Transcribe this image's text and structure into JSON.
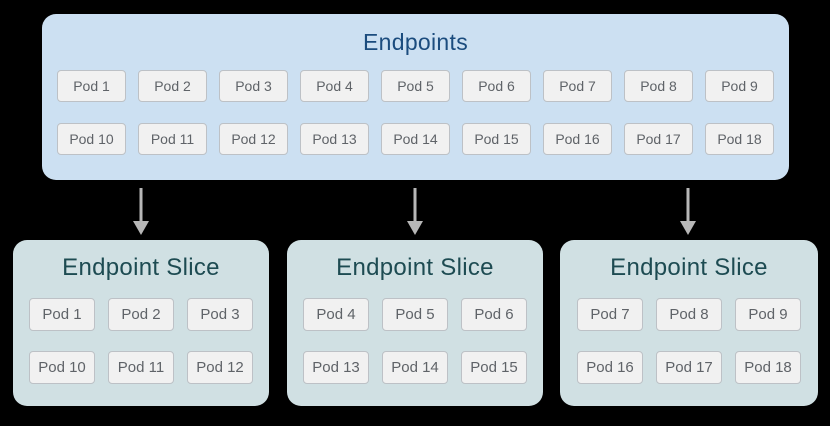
{
  "endpoints": {
    "title": "Endpoints",
    "rows": [
      [
        "Pod 1",
        "Pod 2",
        "Pod 3",
        "Pod 4",
        "Pod 5",
        "Pod 6",
        "Pod 7",
        "Pod 8",
        "Pod 9"
      ],
      [
        "Pod 10",
        "Pod 11",
        "Pod 12",
        "Pod 13",
        "Pod 14",
        "Pod 15",
        "Pod 16",
        "Pod 17",
        "Pod 18"
      ]
    ]
  },
  "slices": [
    {
      "title": "Endpoint Slice",
      "rows": [
        [
          "Pod 1",
          "Pod 2",
          "Pod 3"
        ],
        [
          "Pod 10",
          "Pod 11",
          "Pod 12"
        ]
      ]
    },
    {
      "title": "Endpoint Slice",
      "rows": [
        [
          "Pod 4",
          "Pod 5",
          "Pod 6"
        ],
        [
          "Pod 13",
          "Pod 14",
          "Pod 15"
        ]
      ]
    },
    {
      "title": "Endpoint Slice",
      "rows": [
        [
          "Pod 7",
          "Pod 8",
          "Pod 9"
        ],
        [
          "Pod 16",
          "Pod 17",
          "Pod 18"
        ]
      ]
    }
  ],
  "colors": {
    "background": "#000000",
    "endpoints_fill": "#cce0f2",
    "endpoints_title": "#1b4c7e",
    "slice_fill": "#d0e0e3",
    "slice_title": "#1d4b52",
    "pod_fill": "#f1f1f1",
    "pod_border": "#bdc1c6",
    "pod_text": "#5f6368",
    "arrow": "#b7b7b7"
  }
}
